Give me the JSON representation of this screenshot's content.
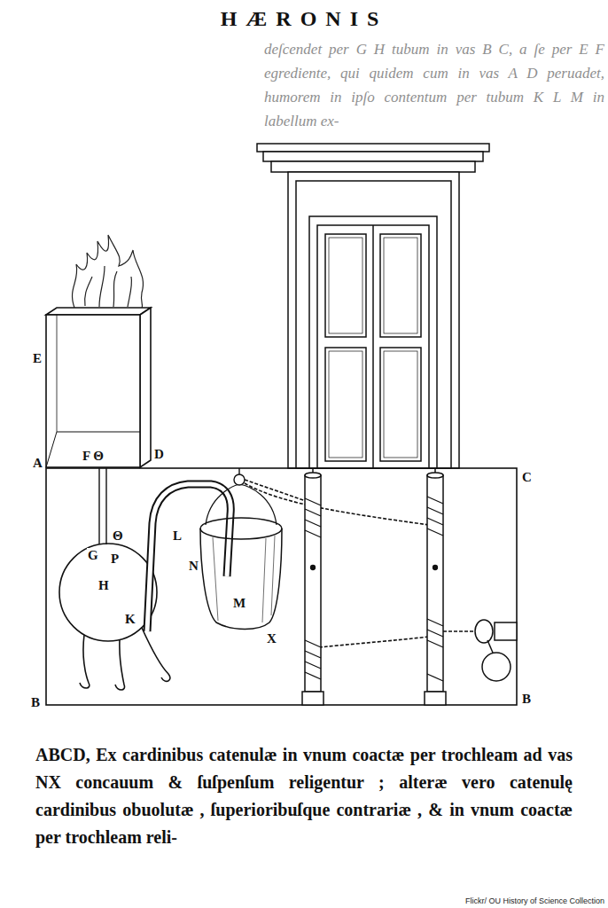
{
  "diagram": {
    "title": "HÆRONIS",
    "caption": "ABCD, Ex cardinibus catenulæ in vnum coactæ per trochleam ad vas NX concauum & ſuſpenſum religentur ; alteræ vero catenulę cardinibus obuolutæ , ſuperioribuſque contrariæ , & in vnum coactæ per trochleam reli-",
    "labels": [
      "deſcendet per G H tubum in vas B C, a ſe per E F egrediente, qui quidem cum in vas A D peruadet, humorem in ipſo contentum per tubum K L M in labellum ex-",
      "E",
      "F Θ",
      "D",
      "A",
      "C",
      "B",
      "B",
      "G",
      "Θ",
      "P",
      "H",
      "K",
      "L",
      "N",
      "M",
      "X",
      "Flickr/ OU History of Science Collection"
    ]
  }
}
